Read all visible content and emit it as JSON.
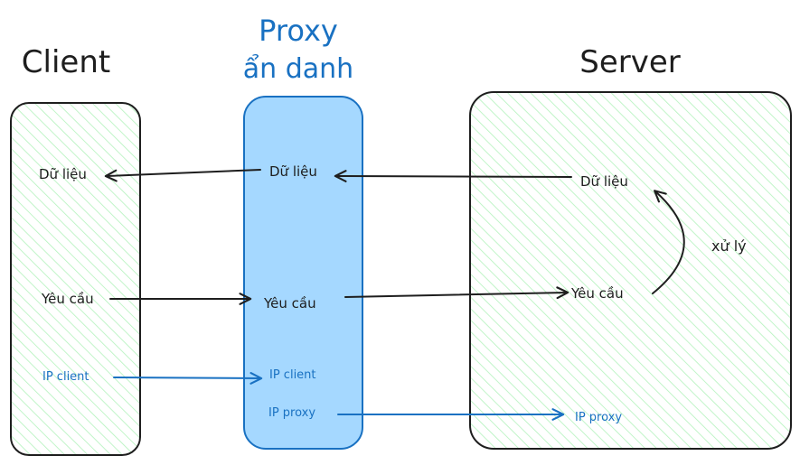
{
  "titles": {
    "client": "Client",
    "proxy_line1": "Proxy",
    "proxy_line2": "ẩn danh",
    "server": "Server"
  },
  "client": {
    "data": "Dữ liệu",
    "request": "Yêu cầu",
    "ip": "IP client"
  },
  "proxy": {
    "data": "Dữ liệu",
    "request": "Yêu cầu",
    "ip_client": "IP client",
    "ip_proxy": "IP proxy"
  },
  "server": {
    "data": "Dữ liệu",
    "request": "Yêu cầu",
    "process": "xử lý",
    "ip_proxy": "IP proxy"
  },
  "colors": {
    "ink": "#1e1e1e",
    "blue": "#1971c2",
    "proxy_fill": "#a5d8ff",
    "hatch": "#b2f2bb"
  }
}
